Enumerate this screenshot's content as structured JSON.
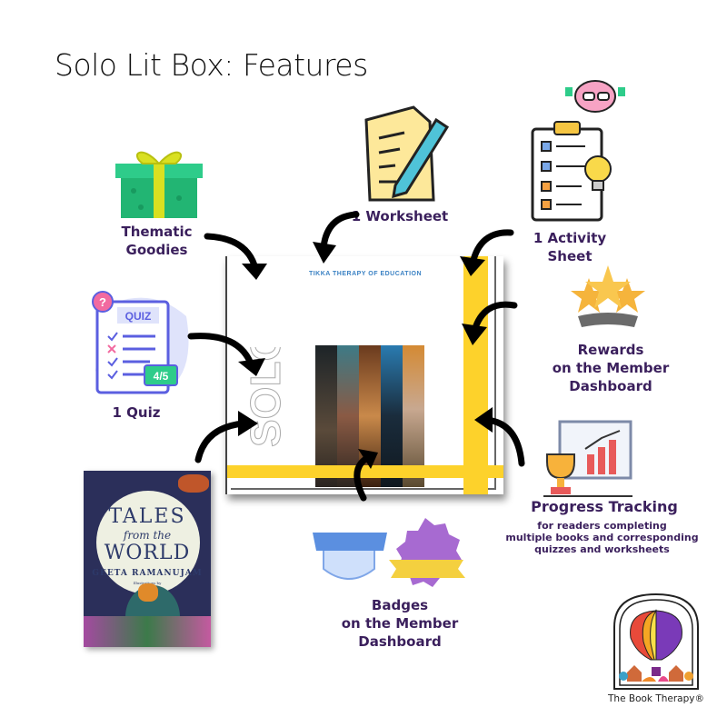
{
  "title": "Solo Lit Box: Features",
  "features": {
    "goodies": "Thematic Goodies",
    "worksheet": "1 Worksheet",
    "activity": "1 Activity Sheet",
    "quiz": "1 Quiz",
    "quiz_icon_text": "QUIZ",
    "quiz_score": "4/5",
    "rewards": [
      "Rewards",
      "on the Member",
      "Dashboard"
    ],
    "progress_title": "Progress Tracking",
    "progress_sub": [
      "for readers completing",
      "multiple books and corresponding",
      "quizzes and worksheets"
    ],
    "badges": [
      "Badges",
      "on the Member Dashboard"
    ]
  },
  "box": {
    "brand": "TIKKA THERAPY OF EDUCATION",
    "side_text": "SOLO"
  },
  "book": {
    "title_1": "TALES",
    "title_2": "from the",
    "title_3": "WORLD",
    "author": "GEETA RAMANUJAM",
    "illustrator_label": "Illustrations by"
  },
  "logo": {
    "name": "The Book Therapy®"
  },
  "colors": {
    "text": "#3a1f5c",
    "yellow": "#fdd22b"
  }
}
